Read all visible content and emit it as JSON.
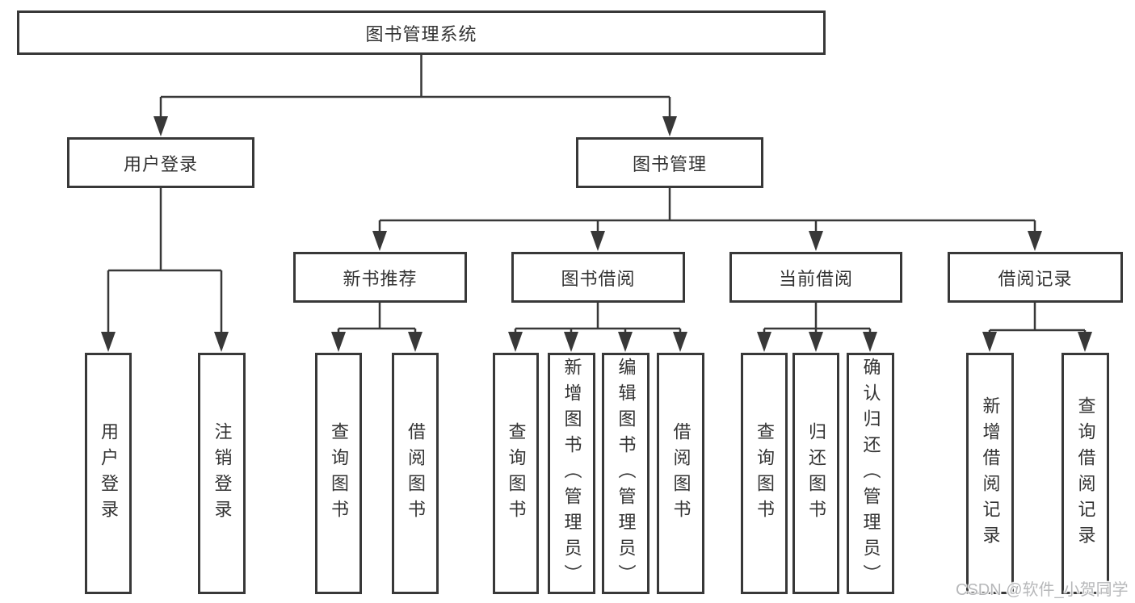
{
  "diagram": {
    "root": {
      "label": "图书管理系统"
    },
    "branches": {
      "user_login": {
        "label": "用户登录",
        "children": [
          {
            "label": "用户登录"
          },
          {
            "label": "注销登录"
          }
        ]
      },
      "book_mgmt": {
        "label": "图书管理",
        "children": [
          {
            "label": "新书推荐",
            "children": [
              {
                "label": "查询图书"
              },
              {
                "label": "借阅图书"
              }
            ]
          },
          {
            "label": "图书借阅",
            "children": [
              {
                "label": "查询图书"
              },
              {
                "label": "新增图书（管理员）"
              },
              {
                "label": "编辑图书（管理员）"
              },
              {
                "label": "借阅图书"
              }
            ]
          },
          {
            "label": "当前借阅",
            "children": [
              {
                "label": "查询图书"
              },
              {
                "label": "归还图书"
              },
              {
                "label": "确认归还（管理员）"
              }
            ]
          },
          {
            "label": "借阅记录",
            "children": [
              {
                "label": "新增借阅记录"
              },
              {
                "label": "查询借阅记录"
              }
            ]
          }
        ]
      }
    }
  },
  "watermark": {
    "text": "CSDN @软件_小贺同学",
    "color": "#b7b8ba"
  },
  "colors": {
    "line": "#383838",
    "text": "#333333",
    "background": "#ffffff"
  }
}
